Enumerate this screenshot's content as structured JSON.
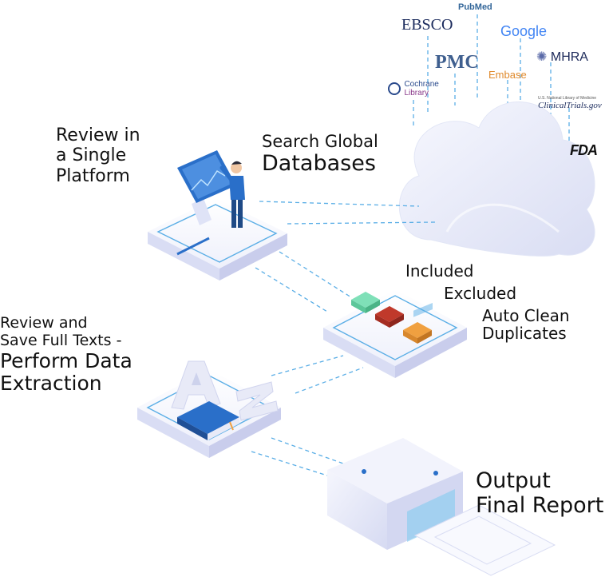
{
  "logos": {
    "pubmed": "PubMed",
    "ebsco": "EBSCO",
    "google": "Google",
    "pmc": "PMC",
    "mhra": "MHRA",
    "embase": "Embase",
    "cochrane_1": "Cochrane",
    "cochrane_2": "Library",
    "clinical_small": "U.S. National Library of Medicine",
    "clinicaltrials": "ClinicalTrials.gov",
    "fda": "FDA"
  },
  "steps": {
    "review_single": [
      "Review in",
      "a Single",
      "Platform"
    ],
    "search_global": [
      "Search Global",
      "Databases"
    ],
    "screening": {
      "included": "Included",
      "excluded": "Excluded",
      "auto_clean_1": "Auto Clean",
      "auto_clean_2": "Duplicates"
    },
    "full_texts": [
      "Review and",
      "Save Full Texts -",
      "Perform Data",
      "Extraction"
    ],
    "output": [
      "Output",
      "Final Report"
    ]
  },
  "colors": {
    "cloud": "#e9ecf9",
    "platform_top": "#f4f6fd",
    "platform_side": "#dcdff5",
    "accent_line": "#5aaee6",
    "included_tile": "#7fe0b8",
    "excluded_tile": "#c0392b",
    "duplicates_tile": "#f0a040",
    "book": "#2a6fc9"
  },
  "icons": [
    "cloud-icon",
    "touchscreen-kiosk-icon",
    "person-icon",
    "a-to-z-letters-icon",
    "book-icon",
    "printer-icon",
    "tile-icon"
  ]
}
